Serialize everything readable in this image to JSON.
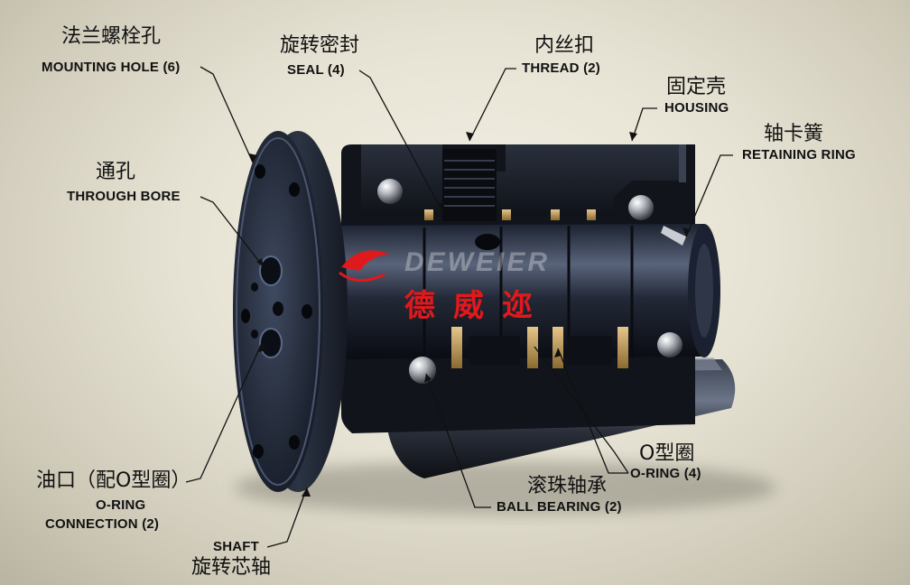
{
  "brand": {
    "name_en": "DEWEIER",
    "name_cn": "德威迩",
    "accent_color": "#e0191c"
  },
  "labels": {
    "mounting_hole": {
      "cn": "法兰螺栓孔",
      "en": "MOUNTING HOLE (6)"
    },
    "seal": {
      "cn": "旋转密封",
      "en": "SEAL (4)"
    },
    "thread": {
      "cn": "内丝扣",
      "en": "THREAD (2)"
    },
    "housing": {
      "cn": "固定壳",
      "en": "HOUSING"
    },
    "retaining_ring": {
      "cn": "轴卡簧",
      "en": "RETAINING RING"
    },
    "through_bore": {
      "cn": "通孔",
      "en": "THROUGH BORE"
    },
    "oring_connection": {
      "cn": "油口（配O型圈）",
      "en_line1": "O-RING",
      "en_line2": "CONNECTION (2)"
    },
    "shaft": {
      "cn": "旋转芯轴",
      "en": "SHAFT"
    },
    "ball_bearing": {
      "cn": "滚珠轴承",
      "en": "BALL BEARING (2)"
    },
    "oring": {
      "cn": "O型圈",
      "en": "O-RING (4)"
    }
  }
}
